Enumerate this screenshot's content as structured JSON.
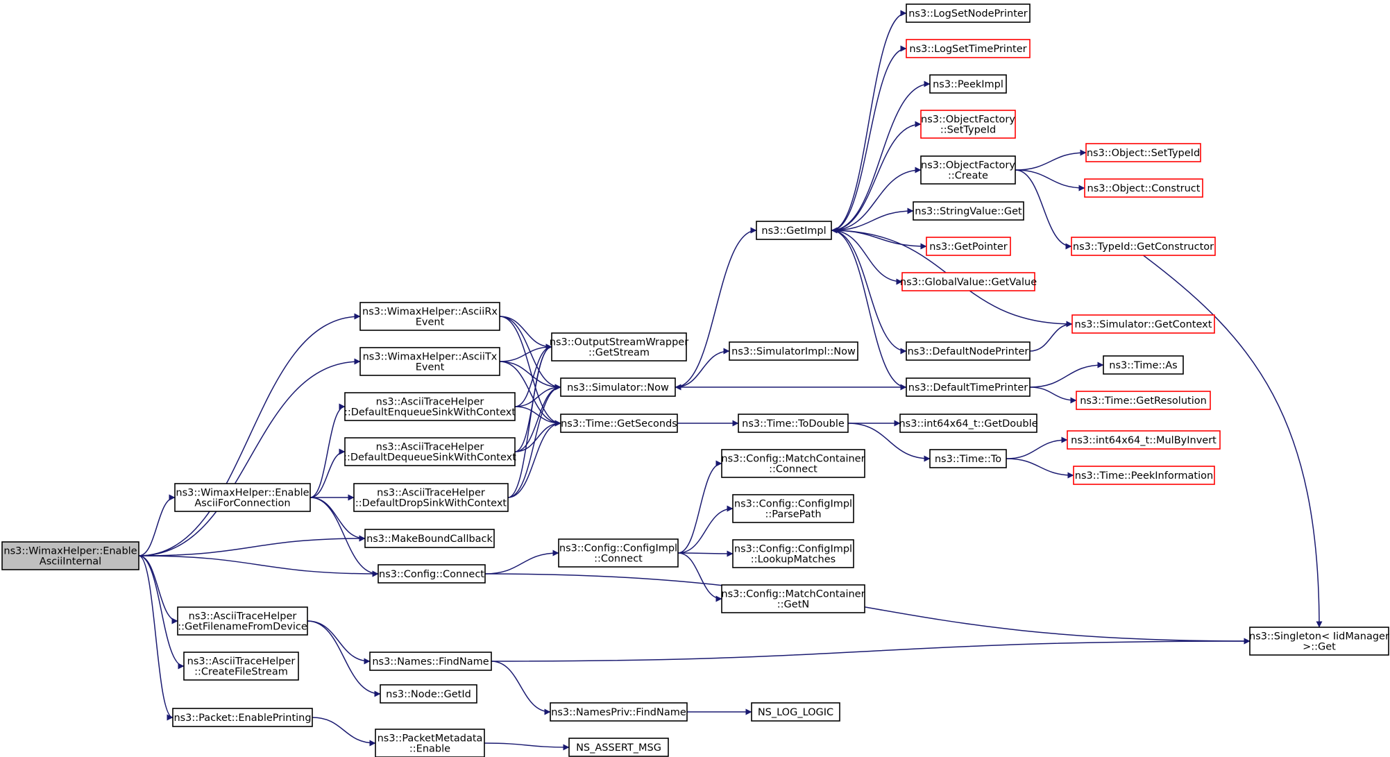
{
  "colors": {
    "edge": "#191970",
    "border_default": "#000000",
    "border_truncated": "#ff0000",
    "fill_root": "#bfbfbf",
    "fill_default": "#ffffff"
  },
  "nodes": [
    {
      "id": "root",
      "lines": [
        "ns3::WimaxHelper::Enable",
        "AsciiInternal"
      ],
      "style": "root"
    },
    {
      "id": "asciiRx",
      "lines": [
        "ns3::WimaxHelper::AsciiRx",
        "Event"
      ]
    },
    {
      "id": "asciiTx",
      "lines": [
        "ns3::WimaxHelper::AsciiTx",
        "Event"
      ]
    },
    {
      "id": "enqSink",
      "lines": [
        "ns3::AsciiTraceHelper",
        "::DefaultEnqueueSinkWithContext"
      ]
    },
    {
      "id": "deqSink",
      "lines": [
        "ns3::AsciiTraceHelper",
        "::DefaultDequeueSinkWithContext"
      ]
    },
    {
      "id": "enableConn",
      "lines": [
        "ns3::WimaxHelper::Enable",
        "AsciiForConnection"
      ]
    },
    {
      "id": "dropSink",
      "lines": [
        "ns3::AsciiTraceHelper",
        "::DefaultDropSinkWithContext"
      ]
    },
    {
      "id": "makeBound",
      "lines": [
        "ns3::MakeBoundCallback"
      ]
    },
    {
      "id": "cfgConnect",
      "lines": [
        "ns3::Config::Connect"
      ]
    },
    {
      "id": "getFilename",
      "lines": [
        "ns3::AsciiTraceHelper",
        "::GetFilenameFromDevice"
      ]
    },
    {
      "id": "createFile",
      "lines": [
        "ns3::AsciiTraceHelper",
        "::CreateFileStream"
      ]
    },
    {
      "id": "enablePrinting",
      "lines": [
        "ns3::Packet::EnablePrinting"
      ]
    },
    {
      "id": "getStream",
      "lines": [
        "ns3::OutputStreamWrapper",
        "::GetStream"
      ]
    },
    {
      "id": "simNow",
      "lines": [
        "ns3::Simulator::Now"
      ]
    },
    {
      "id": "getSeconds",
      "lines": [
        "ns3::Time::GetSeconds"
      ]
    },
    {
      "id": "cfgImplConnect",
      "lines": [
        "ns3::Config::ConfigImpl",
        "::Connect"
      ]
    },
    {
      "id": "namesFind",
      "lines": [
        "ns3::Names::FindName"
      ]
    },
    {
      "id": "nodeGetId",
      "lines": [
        "ns3::Node::GetId"
      ]
    },
    {
      "id": "pktMetaEnable",
      "lines": [
        "ns3::PacketMetadata",
        "::Enable"
      ]
    },
    {
      "id": "namesPrivFind",
      "lines": [
        "ns3::NamesPriv::FindName"
      ]
    },
    {
      "id": "assertMsg",
      "lines": [
        "NS_ASSERT_MSG"
      ]
    },
    {
      "id": "getImpl",
      "lines": [
        "ns3::GetImpl"
      ]
    },
    {
      "id": "simImplNow",
      "lines": [
        "ns3::SimulatorImpl::Now"
      ]
    },
    {
      "id": "toDouble",
      "lines": [
        "ns3::Time::ToDouble"
      ]
    },
    {
      "id": "mcConnect",
      "lines": [
        "ns3::Config::MatchContainer",
        "::Connect"
      ]
    },
    {
      "id": "parsePath",
      "lines": [
        "ns3::Config::ConfigImpl",
        "::ParsePath"
      ]
    },
    {
      "id": "lookupMatches",
      "lines": [
        "ns3::Config::ConfigImpl",
        "::LookupMatches"
      ]
    },
    {
      "id": "mcGetN",
      "lines": [
        "ns3::Config::MatchContainer",
        "::GetN"
      ]
    },
    {
      "id": "logLogic",
      "lines": [
        "NS_LOG_LOGIC"
      ]
    },
    {
      "id": "logNodePrinter",
      "lines": [
        "ns3::LogSetNodePrinter"
      ]
    },
    {
      "id": "logTimePrinter",
      "lines": [
        "ns3::LogSetTimePrinter"
      ],
      "style": "truncated"
    },
    {
      "id": "peekImpl",
      "lines": [
        "ns3::PeekImpl"
      ]
    },
    {
      "id": "ofSetTypeId",
      "lines": [
        "ns3::ObjectFactory",
        "::SetTypeId"
      ],
      "style": "truncated"
    },
    {
      "id": "ofCreate",
      "lines": [
        "ns3::ObjectFactory",
        "::Create"
      ]
    },
    {
      "id": "stringGet",
      "lines": [
        "ns3::StringValue::Get"
      ]
    },
    {
      "id": "getPointer",
      "lines": [
        "ns3::GetPointer"
      ],
      "style": "truncated"
    },
    {
      "id": "gvGetValue",
      "lines": [
        "ns3::GlobalValue::GetValue"
      ],
      "style": "truncated"
    },
    {
      "id": "defNodePrinter",
      "lines": [
        "ns3::DefaultNodePrinter"
      ]
    },
    {
      "id": "defTimePrinter",
      "lines": [
        "ns3::DefaultTimePrinter"
      ]
    },
    {
      "id": "i64GetDouble",
      "lines": [
        "ns3::int64x64_t::GetDouble"
      ]
    },
    {
      "id": "timeTo",
      "lines": [
        "ns3::Time::To"
      ]
    },
    {
      "id": "objSetTypeId",
      "lines": [
        "ns3::Object::SetTypeId"
      ],
      "style": "truncated"
    },
    {
      "id": "objConstruct",
      "lines": [
        "ns3::Object::Construct"
      ],
      "style": "truncated"
    },
    {
      "id": "getConstructor",
      "lines": [
        "ns3::TypeId::GetConstructor"
      ],
      "style": "truncated"
    },
    {
      "id": "simGetContext",
      "lines": [
        "ns3::Simulator::GetContext"
      ],
      "style": "truncated"
    },
    {
      "id": "timeAs",
      "lines": [
        "ns3::Time::As"
      ]
    },
    {
      "id": "getResolution",
      "lines": [
        "ns3::Time::GetResolution"
      ],
      "style": "truncated"
    },
    {
      "id": "mulByInvert",
      "lines": [
        "ns3::int64x64_t::MulByInvert"
      ],
      "style": "truncated"
    },
    {
      "id": "peekInfo",
      "lines": [
        "ns3::Time::PeekInformation"
      ],
      "style": "truncated"
    },
    {
      "id": "singletonGet",
      "lines": [
        "ns3::Singleton< IidManager",
        " >::Get"
      ]
    }
  ],
  "edges": [
    [
      "root",
      "asciiRx"
    ],
    [
      "root",
      "asciiTx"
    ],
    [
      "root",
      "enableConn"
    ],
    [
      "root",
      "makeBound"
    ],
    [
      "root",
      "cfgConnect"
    ],
    [
      "root",
      "getFilename"
    ],
    [
      "root",
      "createFile"
    ],
    [
      "root",
      "enablePrinting"
    ],
    [
      "asciiRx",
      "getStream"
    ],
    [
      "asciiRx",
      "simNow"
    ],
    [
      "asciiRx",
      "getSeconds"
    ],
    [
      "asciiTx",
      "getStream"
    ],
    [
      "asciiTx",
      "simNow"
    ],
    [
      "asciiTx",
      "getSeconds"
    ],
    [
      "enqSink",
      "getStream"
    ],
    [
      "enqSink",
      "simNow"
    ],
    [
      "enqSink",
      "getSeconds"
    ],
    [
      "deqSink",
      "getStream"
    ],
    [
      "deqSink",
      "simNow"
    ],
    [
      "deqSink",
      "getSeconds"
    ],
    [
      "dropSink",
      "getStream"
    ],
    [
      "dropSink",
      "simNow"
    ],
    [
      "dropSink",
      "getSeconds"
    ],
    [
      "enableConn",
      "enqSink"
    ],
    [
      "enableConn",
      "deqSink"
    ],
    [
      "enableConn",
      "dropSink"
    ],
    [
      "enableConn",
      "makeBound"
    ],
    [
      "enableConn",
      "cfgConnect"
    ],
    [
      "cfgConnect",
      "cfgImplConnect"
    ],
    [
      "cfgConnect",
      "singletonGet"
    ],
    [
      "getFilename",
      "namesFind"
    ],
    [
      "getFilename",
      "nodeGetId"
    ],
    [
      "enablePrinting",
      "pktMetaEnable"
    ],
    [
      "pktMetaEnable",
      "assertMsg"
    ],
    [
      "namesFind",
      "namesPrivFind"
    ],
    [
      "namesFind",
      "singletonGet"
    ],
    [
      "namesPrivFind",
      "logLogic"
    ],
    [
      "simNow",
      "getImpl"
    ],
    [
      "simNow",
      "simImplNow"
    ],
    [
      "getSeconds",
      "toDouble"
    ],
    [
      "toDouble",
      "i64GetDouble"
    ],
    [
      "toDouble",
      "timeTo"
    ],
    [
      "timeTo",
      "mulByInvert"
    ],
    [
      "timeTo",
      "peekInfo"
    ],
    [
      "cfgImplConnect",
      "mcConnect"
    ],
    [
      "cfgImplConnect",
      "parsePath"
    ],
    [
      "cfgImplConnect",
      "lookupMatches"
    ],
    [
      "cfgImplConnect",
      "mcGetN"
    ],
    [
      "getImpl",
      "logNodePrinter"
    ],
    [
      "getImpl",
      "logTimePrinter"
    ],
    [
      "getImpl",
      "peekImpl"
    ],
    [
      "getImpl",
      "ofSetTypeId"
    ],
    [
      "getImpl",
      "ofCreate"
    ],
    [
      "getImpl",
      "stringGet"
    ],
    [
      "getImpl",
      "getPointer"
    ],
    [
      "getImpl",
      "gvGetValue"
    ],
    [
      "getImpl",
      "defNodePrinter"
    ],
    [
      "getImpl",
      "defTimePrinter"
    ],
    [
      "ofCreate",
      "objSetTypeId"
    ],
    [
      "ofCreate",
      "objConstruct"
    ],
    [
      "ofCreate",
      "getConstructor"
    ],
    [
      "getConstructor",
      "singletonGet"
    ],
    [
      "simGetContext",
      "getImpl"
    ],
    [
      "defNodePrinter",
      "simGetContext"
    ],
    [
      "defTimePrinter",
      "simNow"
    ],
    [
      "defTimePrinter",
      "timeAs"
    ],
    [
      "defTimePrinter",
      "getResolution"
    ]
  ]
}
